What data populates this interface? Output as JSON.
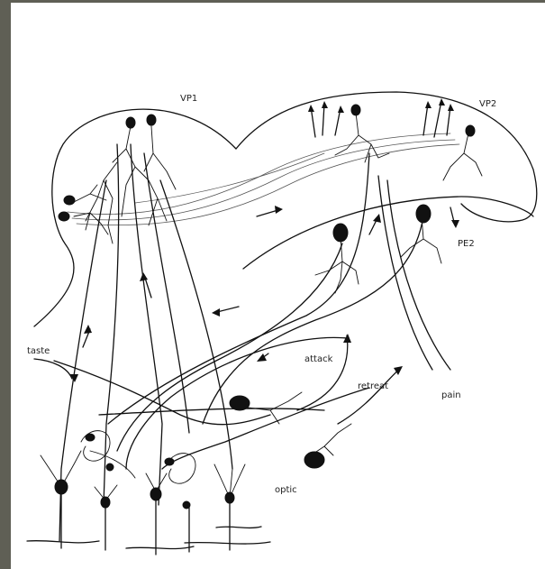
{
  "colors": {
    "frame": "#5f5f55",
    "ink": "#111111",
    "paper": "#ffffff"
  },
  "labels": {
    "region_vp1": "VP1",
    "region_vp2": "VP2",
    "region_pe2": "PE2",
    "input_taste": "taste",
    "output_attack": "attack",
    "output_retreat": "retreat",
    "input_pain": "pain",
    "input_optic": "optic"
  }
}
